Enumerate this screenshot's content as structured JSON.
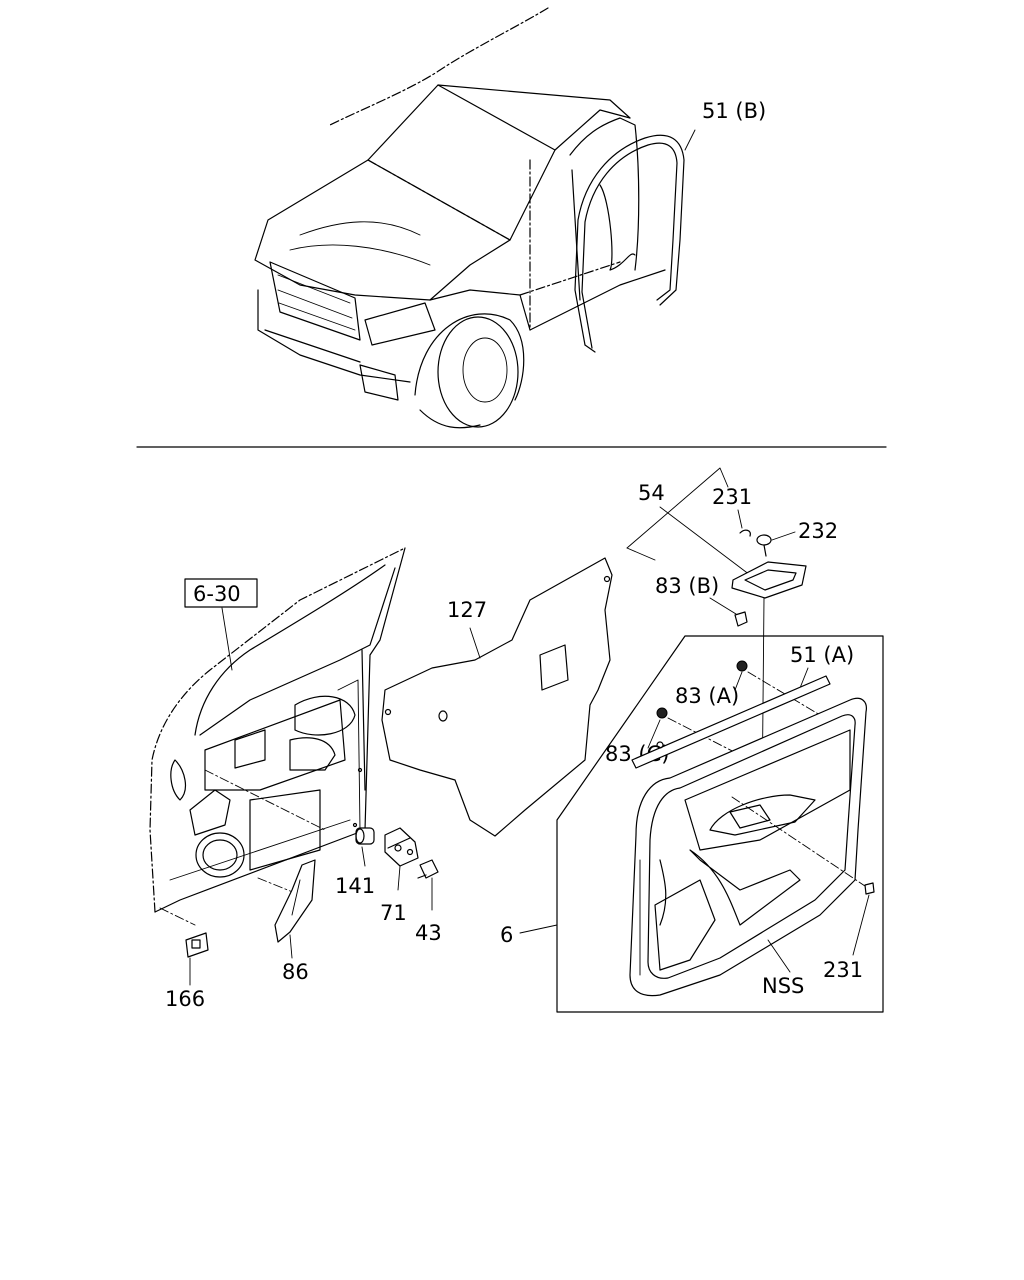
{
  "labels": {
    "l_51b": "51 (B)",
    "l_630": "6-30",
    "l_127": "127",
    "l_54": "54",
    "l_231_top": "231",
    "l_232": "232",
    "l_83b": "83 (B)",
    "l_51a": "51 (A)",
    "l_83a": "83 (A)",
    "l_83c": "83 (C)",
    "l_141": "141",
    "l_71": "71",
    "l_43": "43",
    "l_6": "6",
    "l_86": "86",
    "l_166": "166",
    "l_nss": "NSS",
    "l_231_bot": "231"
  }
}
